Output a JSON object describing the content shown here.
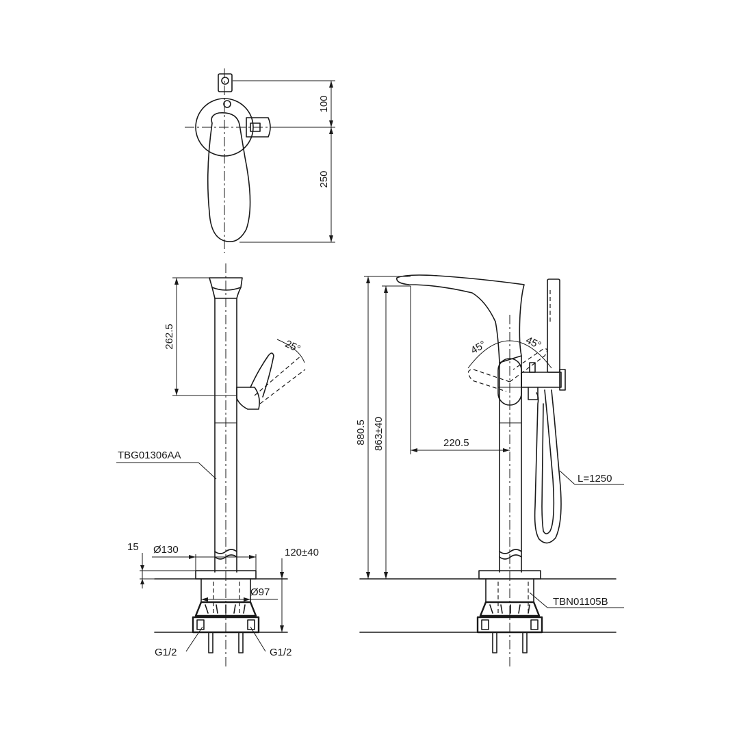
{
  "top_view": {
    "dim_offset": "100",
    "dim_length": "250"
  },
  "front_view": {
    "dim_handle_height": "262.5",
    "angle_handle": "25°",
    "part_spout_body": "TBG01306AA",
    "dim_15": "15",
    "dim_base_diameter": "Ø130",
    "dim_tolerance": "120±40",
    "dim_inner_diameter": "Ø97",
    "thread_left": "G1/2",
    "thread_right": "G1/2"
  },
  "side_view": {
    "angle_left": "45°",
    "angle_right": "45°",
    "dim_total_height": "880.5",
    "dim_spout_height": "863±40",
    "dim_reach": "220.5",
    "hose_length": "L=1250",
    "part_base": "TBN01105B"
  }
}
